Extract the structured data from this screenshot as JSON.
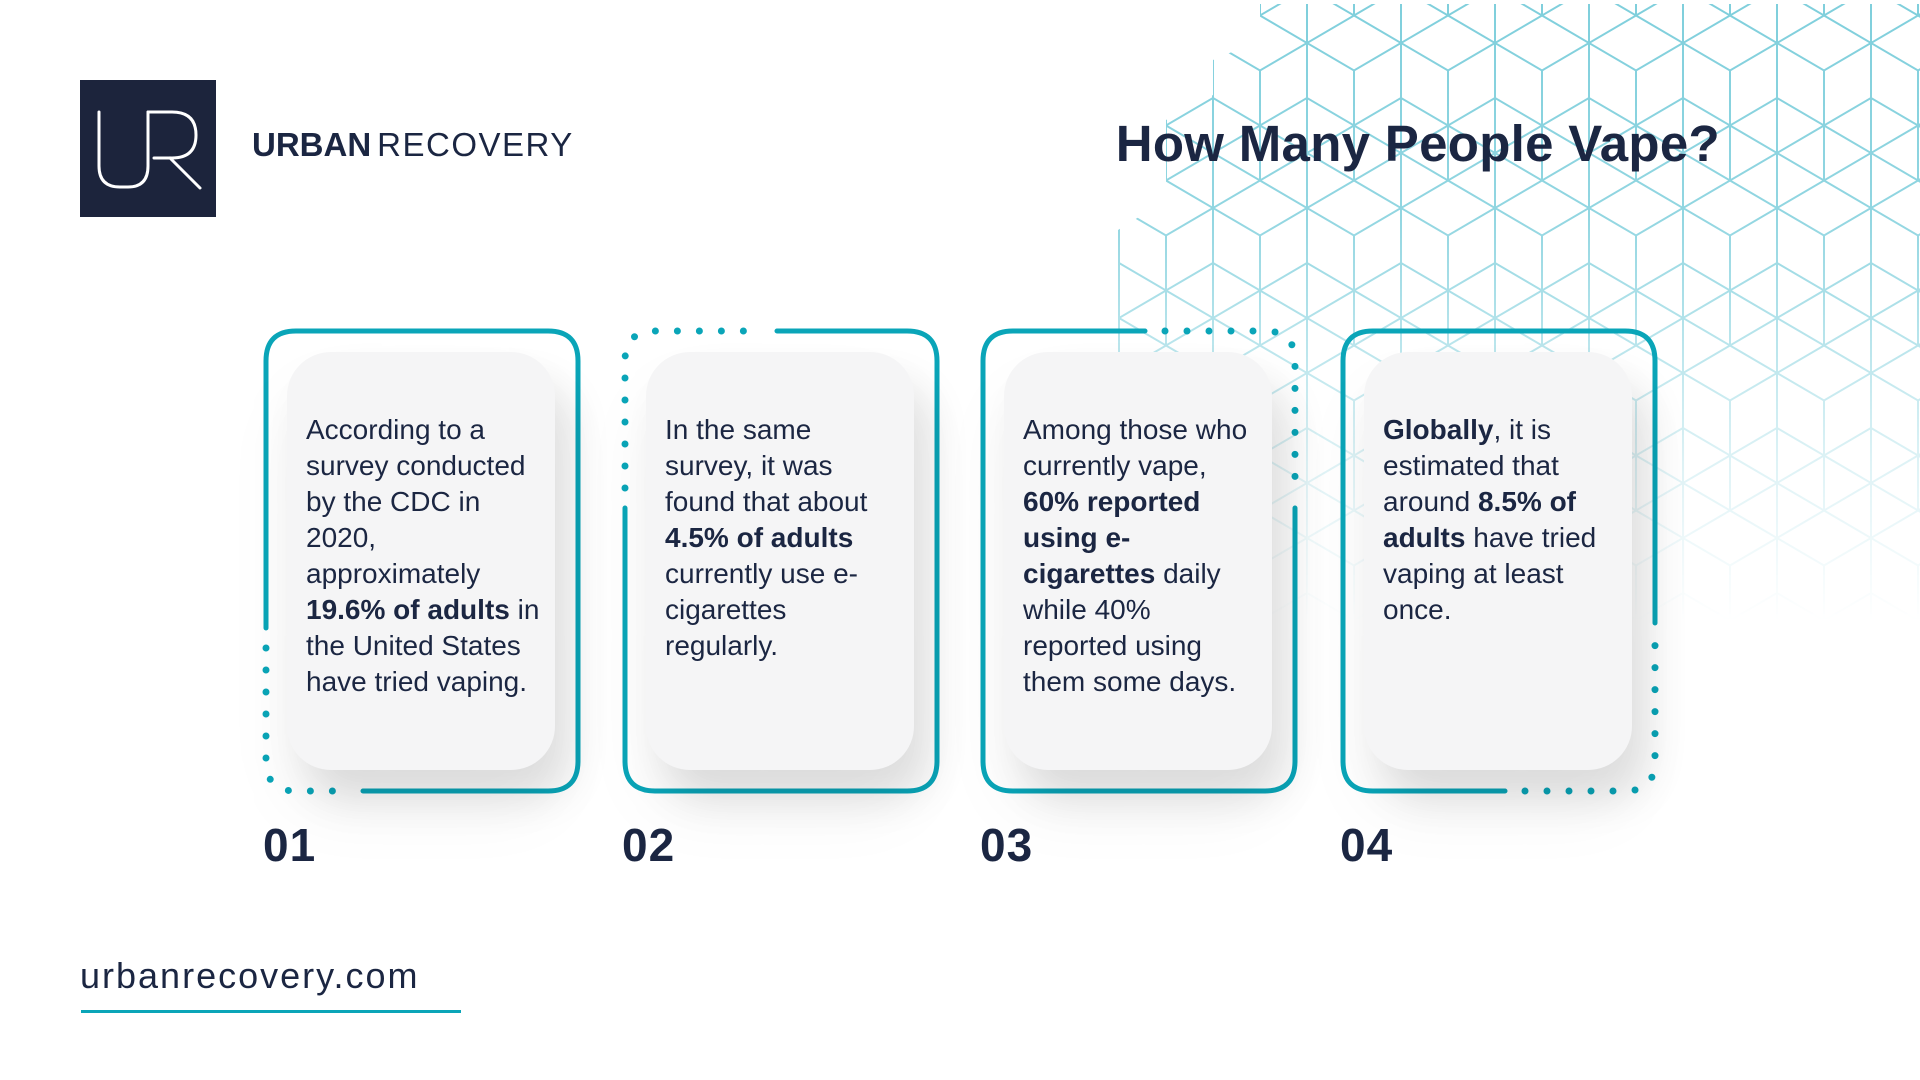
{
  "brand": {
    "logo_monogram": "UR",
    "name_bold": "URBAN",
    "name_light": "RECOVERY",
    "logo_bg_color": "#1c243c"
  },
  "header": {
    "title": "How Many People Vape?"
  },
  "colors": {
    "accent": "#0aa5b8",
    "text": "#1b2642",
    "card_bg": "#f5f5f6",
    "pattern": "#7fcfdc"
  },
  "cards": [
    {
      "number": "01",
      "dotted_corner": "bottom-left",
      "segments": [
        {
          "text": "According to a survey conducted by the CDC in 2020, approximately ",
          "bold": false
        },
        {
          "text": "19.6% of adults",
          "bold": true
        },
        {
          "text": " in the United States have tried vaping.",
          "bold": false
        }
      ]
    },
    {
      "number": "02",
      "dotted_corner": "top-left",
      "segments": [
        {
          "text": "In the same survey, it was found that about ",
          "bold": false
        },
        {
          "text": "4.5% of adults",
          "bold": true
        },
        {
          "text": " currently use e-cigarettes regularly.",
          "bold": false
        }
      ]
    },
    {
      "number": "03",
      "dotted_corner": "top-right",
      "segments": [
        {
          "text": "Among those who currently vape, ",
          "bold": false
        },
        {
          "text": "60% reported using e-cigarettes",
          "bold": true
        },
        {
          "text": " daily while 40% reported using them some days.",
          "bold": false
        }
      ]
    },
    {
      "number": "04",
      "dotted_corner": "bottom-right",
      "segments": [
        {
          "text": "Globally",
          "bold": true
        },
        {
          "text": ", it is estimated that around ",
          "bold": false
        },
        {
          "text": "8.5% of adults",
          "bold": true
        },
        {
          "text": " have tried vaping at least once.",
          "bold": false
        }
      ]
    }
  ],
  "footer": {
    "website": "urbanrecovery.com"
  }
}
